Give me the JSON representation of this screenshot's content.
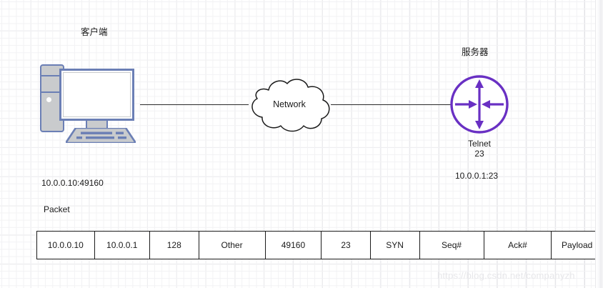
{
  "diagram": {
    "client": {
      "title": "客户端",
      "icon": "desktop-computer-icon",
      "address": "10.0.0.10:49160"
    },
    "network": {
      "label": "Network",
      "icon": "cloud-icon"
    },
    "server": {
      "title": "服务器",
      "icon": "router-icon",
      "service": "Telnet",
      "port": "23",
      "address": "10.0.0.1:23",
      "accent_color": "#6930c3"
    },
    "packet": {
      "caption": "Packet",
      "headers": [],
      "cells": [
        "10.0.0.10",
        "10.0.0.1",
        "128",
        "Other",
        "49160",
        "23",
        "SYN",
        "Seq#",
        "Ack#",
        "Payload"
      ]
    },
    "watermark": "https://blog.csdn.net/companyzh",
    "colors": {
      "link_line": "#2b2b2b",
      "computer_outline": "#6b7fb5",
      "computer_fill": "#c9cbcd",
      "router_stroke": "#6930c3",
      "table_border": "#1b1b1b",
      "grid_minor": "#f2f2f4",
      "grid_major": "#e0e0e4"
    }
  }
}
